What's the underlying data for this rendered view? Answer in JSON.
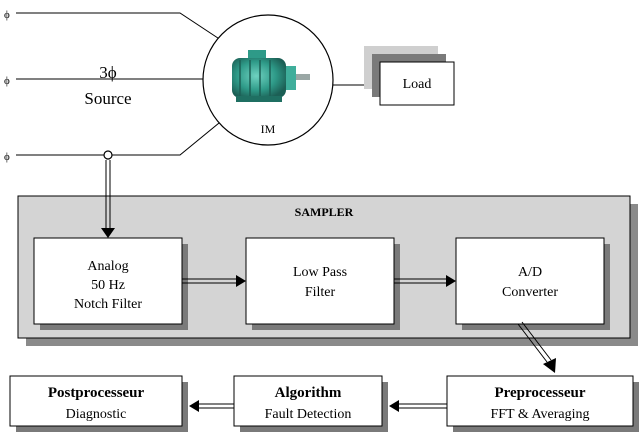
{
  "source": {
    "phase_marks": [
      "ϕ",
      "ϕ",
      "ϕ"
    ],
    "label_line1": "3ϕ",
    "label_line2": "Source"
  },
  "motor": {
    "label": "IM"
  },
  "load": {
    "label": "Load"
  },
  "sampler": {
    "title": "SAMPLER",
    "blocks": [
      {
        "lines": [
          "Analog",
          "50 Hz",
          "Notch Filter"
        ]
      },
      {
        "lines": [
          "Low Pass",
          "Filter"
        ]
      },
      {
        "lines": [
          "A/D",
          "Converter"
        ]
      }
    ]
  },
  "processing": {
    "preprocesseur": {
      "title": "Preprocesseur",
      "subtitle": "FFT & Averaging"
    },
    "algorithm": {
      "title": "Algorithm",
      "subtitle": "Fault Detection"
    },
    "postprocesseur": {
      "title": "Postprocesseur",
      "subtitle": "Diagnostic"
    }
  }
}
